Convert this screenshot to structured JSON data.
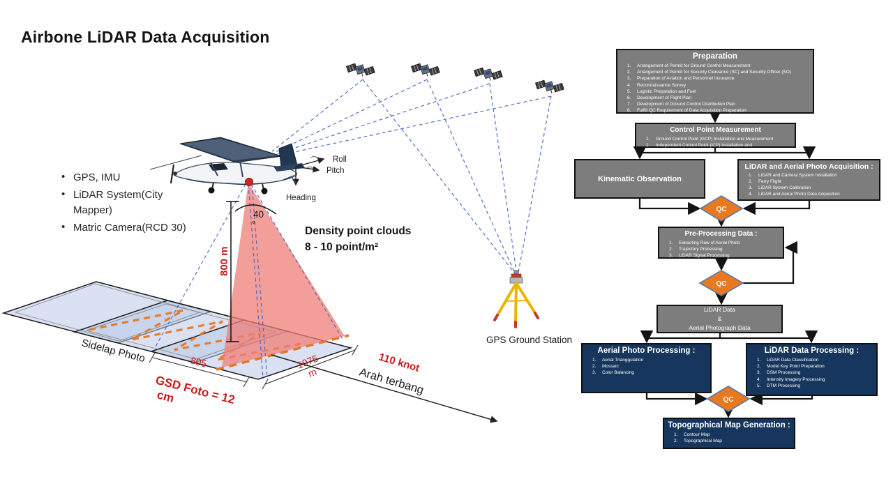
{
  "page_title": "Airbone LiDAR Data Acquisition",
  "colors": {
    "box_gray": "#7d7d7d",
    "box_navy": "#17365d",
    "qc_orange": "#E8791E",
    "qc_border": "#5a7ca8",
    "accent_red": "#c81a1a",
    "dash_blue": "#3f5fbf",
    "scan_orange": "#E87722"
  },
  "illustration": {
    "bullets": [
      "GPS, IMU",
      "LiDAR System(City Mapper)",
      "Matric Camera(RCD 30)"
    ],
    "axis_roll": "Roll",
    "axis_pitch": "Pitch",
    "axis_heading": "Heading",
    "density_line1": "Density point clouds",
    "density_line2": "8 -  10 point/m²",
    "altitude": "800 m",
    "scan_angle": "40",
    "scan_angle_unit": "°",
    "sidelap": "Sidelap Photo",
    "photo_length": "805",
    "gsd_line1": "GSD Foto = 12",
    "gsd_line2": "cm",
    "swath_value": "1075",
    "swath_unit": "m",
    "speed": "110 knot",
    "flight_direction": "Arah terbang",
    "gps_station": "GPS Ground Station"
  },
  "flowchart": {
    "qc": "QC",
    "preparation": {
      "title": "Preparation",
      "items": [
        "Arrangement of Permit for Ground Control Measurement",
        "Arrangement of Permit for Security Clereance (SC) and Security Officer (SO)",
        "Preparation of Aviation and Personnel Insurance",
        "Reconnaissance Survey",
        "Logistic Preparation and Fuel",
        "Development of Flight Plan",
        "Development of Ground Control Distribution Plan",
        "Fulfill QC Requirement of Data Acquisition Preparation"
      ]
    },
    "control_point": {
      "title": "Control Point Measurement",
      "items": [
        "Ground Control Point (GCP) Installation and Measurement",
        "Independent Control Point (ICP) Installation and"
      ]
    },
    "kinematic": {
      "title": "Kinematic Observation"
    },
    "acquisition": {
      "title": "LiDAR and Aerial Photo Acquisition :",
      "items": [
        "LiDAR and Camera System Installation",
        "Ferry Flight",
        "LiDAR System Calibration",
        "LiDAR and Aerial Photo Data Acquisition"
      ]
    },
    "preprocessing": {
      "title": "Pre-Processing Data :",
      "items": [
        "Extracting Raw of Aerial Photo",
        "Trajectory Processing",
        "LiDAR Signal Processing"
      ]
    },
    "data_join": {
      "lines": [
        "LiDAR Data",
        "&",
        "Aerial Photograph Data"
      ]
    },
    "aerial_processing": {
      "title": "Aerial Photo Processing :",
      "items": [
        "Aerial Trianggulation",
        "Mossaic",
        "Color Balancing"
      ]
    },
    "lidar_processing": {
      "title": "LiDAR Data Processing :",
      "items": [
        "LiDAR Data Classification",
        "Model Key Point Preparation",
        "DSM Processing",
        "Intensity Imagery Processing",
        "DTM Processing"
      ]
    },
    "map_generation": {
      "title": "Topographical Map Generation :",
      "items": [
        "Contour Map",
        "Topographical Map"
      ]
    }
  }
}
